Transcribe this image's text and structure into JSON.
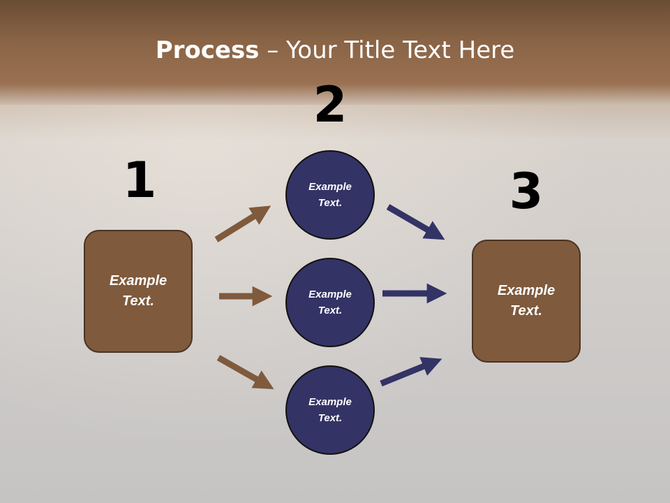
{
  "title": {
    "bold": "Process",
    "rest": " – Your Title Text Here"
  },
  "steps": [
    {
      "number": "1",
      "text": "Example\nText."
    },
    {
      "number": "2",
      "text": "Example\nText."
    },
    {
      "number": "3",
      "text": "Example\nText."
    }
  ],
  "circles": [
    {
      "text": "Example\nText."
    },
    {
      "text": "Example\nText."
    },
    {
      "text": "Example\nText."
    }
  ],
  "colors": {
    "brown": "#7f5a3c",
    "navy": "#333366"
  }
}
